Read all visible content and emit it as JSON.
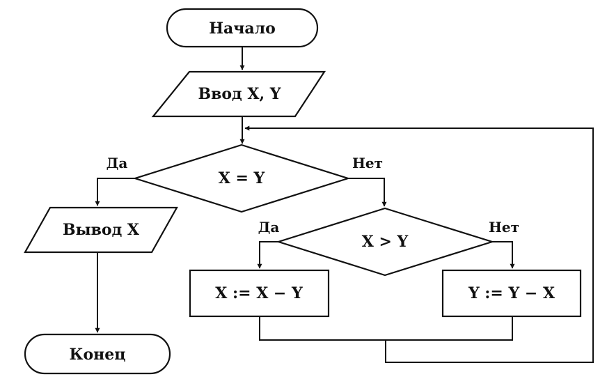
{
  "nodes": {
    "start": "Начало",
    "input": "Ввод X, Y",
    "decision1": "X = Y",
    "output": "Вывод X",
    "decision2": "X > Y",
    "assign_x": "X := X − Y",
    "assign_y": "Y := Y − X",
    "end": "Конец"
  },
  "branch_labels": {
    "d1_yes": "Да",
    "d1_no": "Нет",
    "d2_yes": "Да",
    "d2_no": "Нет"
  }
}
